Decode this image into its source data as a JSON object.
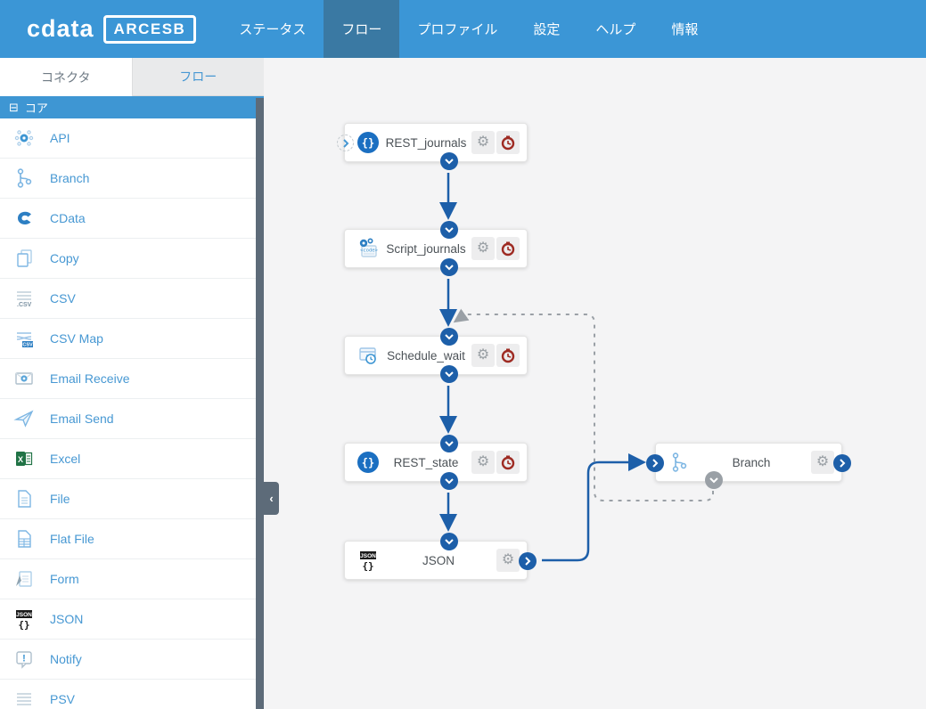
{
  "topbar": {
    "brand": {
      "logo_text": "cdata",
      "product_badge": "ARCESB"
    },
    "nav": [
      {
        "label": "ステータス",
        "active": false
      },
      {
        "label": "フロー",
        "active": true
      },
      {
        "label": "プロファイル",
        "active": false
      },
      {
        "label": "設定",
        "active": false
      },
      {
        "label": "ヘルプ",
        "active": false
      },
      {
        "label": "情報",
        "active": false
      }
    ]
  },
  "sidebar": {
    "tabs": [
      {
        "label": "コネクタ",
        "active": true
      },
      {
        "label": "フロー",
        "active": false
      }
    ],
    "group": {
      "label": "コア",
      "collapse_icon": "minus-square-icon"
    },
    "items": [
      {
        "label": "API",
        "icon": "api-icon"
      },
      {
        "label": "Branch",
        "icon": "branch-icon"
      },
      {
        "label": "CData",
        "icon": "cdata-icon"
      },
      {
        "label": "Copy",
        "icon": "copy-icon"
      },
      {
        "label": "CSV",
        "icon": "csv-icon"
      },
      {
        "label": "CSV Map",
        "icon": "csv-map-icon"
      },
      {
        "label": "Email Receive",
        "icon": "email-receive-icon"
      },
      {
        "label": "Email Send",
        "icon": "email-send-icon"
      },
      {
        "label": "Excel",
        "icon": "excel-icon"
      },
      {
        "label": "File",
        "icon": "file-icon"
      },
      {
        "label": "Flat File",
        "icon": "flat-file-icon"
      },
      {
        "label": "Form",
        "icon": "form-icon"
      },
      {
        "label": "JSON",
        "icon": "json-icon"
      },
      {
        "label": "Notify",
        "icon": "notify-icon"
      },
      {
        "label": "PSV",
        "icon": "psv-icon"
      }
    ]
  },
  "flow": {
    "nodes": [
      {
        "label": "REST_journals",
        "icon": "rest-icon",
        "buttons": [
          "settings",
          "schedule"
        ]
      },
      {
        "label": "Script_journals",
        "icon": "script-icon",
        "buttons": [
          "settings",
          "schedule"
        ]
      },
      {
        "label": "Schedule_wait",
        "icon": "schedule-icon",
        "buttons": [
          "settings",
          "schedule"
        ]
      },
      {
        "label": "REST_state",
        "icon": "rest-icon",
        "buttons": [
          "settings",
          "schedule"
        ]
      },
      {
        "label": "JSON",
        "icon": "json-icon",
        "buttons": [
          "settings"
        ]
      },
      {
        "label": "Branch",
        "icon": "branch-icon",
        "buttons": [
          "settings"
        ]
      }
    ],
    "edges": [
      {
        "from": "REST_journals",
        "to": "Script_journals",
        "style": "solid"
      },
      {
        "from": "Script_journals",
        "to": "Schedule_wait",
        "style": "solid"
      },
      {
        "from": "Schedule_wait",
        "to": "REST_state",
        "style": "solid"
      },
      {
        "from": "REST_state",
        "to": "JSON",
        "style": "solid"
      },
      {
        "from": "JSON",
        "to": "Branch",
        "style": "solid"
      },
      {
        "from": "Branch",
        "to": "Schedule_wait",
        "style": "dashed"
      }
    ]
  },
  "colors": {
    "topbar": "#3b96d6",
    "topbar_active": "#3a79a3",
    "group_header": "#3e96d3",
    "link_blue": "#4798d3",
    "edge_blue": "#1d5fa9",
    "edge_grey": "#9aa0a6",
    "clock_red": "#9e2b23",
    "scrollbar": "#5d6b79",
    "canvas_bg": "#f4f4f5"
  }
}
